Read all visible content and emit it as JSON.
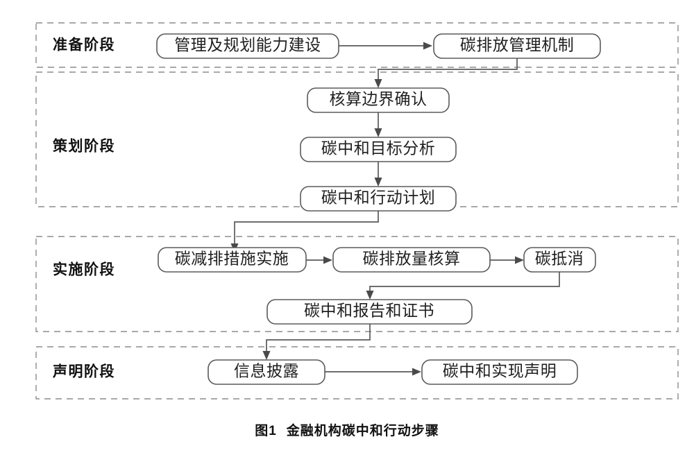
{
  "figure": {
    "caption_number": "图1",
    "caption_text": "金融机构碳中和行动步骤",
    "colors": {
      "band_stroke": "#8c8c8c",
      "node_stroke": "#5a5a5a",
      "node_fill": "#ffffff",
      "connector": "#5a5a5a",
      "text": "#1f1f1f",
      "background": "#ffffff"
    }
  },
  "stages": [
    {
      "id": "preparation",
      "label": "准备阶段",
      "nodes": [
        {
          "id": "mgmt-planning-capacity",
          "label": "管理及规划能力建设"
        },
        {
          "id": "carbon-emission-mgmt-mechanism",
          "label": "碳排放管理机制"
        }
      ]
    },
    {
      "id": "planning",
      "label": "策划阶段",
      "nodes": [
        {
          "id": "accounting-boundary-confirmation",
          "label": "核算边界确认"
        },
        {
          "id": "carbon-neutral-target-analysis",
          "label": "碳中和目标分析"
        },
        {
          "id": "carbon-neutral-action-plan",
          "label": "碳中和行动计划"
        }
      ]
    },
    {
      "id": "implementation",
      "label": "实施阶段",
      "nodes": [
        {
          "id": "carbon-reduction-measures",
          "label": "碳减排措施实施"
        },
        {
          "id": "carbon-emission-accounting",
          "label": "碳排放量核算"
        },
        {
          "id": "carbon-offset",
          "label": "碳抵消"
        },
        {
          "id": "carbon-neutral-report-certificate",
          "label": "碳中和报告和证书"
        }
      ]
    },
    {
      "id": "declaration",
      "label": "声明阶段",
      "nodes": [
        {
          "id": "information-disclosure",
          "label": "信息披露"
        },
        {
          "id": "carbon-neutral-achievement-statement",
          "label": "碳中和实现声明"
        }
      ]
    }
  ],
  "connections": [
    {
      "from": "mgmt-planning-capacity",
      "to": "carbon-emission-mgmt-mechanism",
      "kind": "horizontal-arrow"
    },
    {
      "from": "carbon-emission-mgmt-mechanism",
      "to": "accounting-boundary-confirmation",
      "kind": "elbow-down-left"
    },
    {
      "from": "accounting-boundary-confirmation",
      "to": "carbon-neutral-target-analysis",
      "kind": "vertical-arrow"
    },
    {
      "from": "carbon-neutral-target-analysis",
      "to": "carbon-neutral-action-plan",
      "kind": "vertical-arrow"
    },
    {
      "from": "carbon-neutral-action-plan",
      "to": "carbon-reduction-measures",
      "kind": "elbow-down-left"
    },
    {
      "from": "carbon-reduction-measures",
      "to": "carbon-emission-accounting",
      "kind": "horizontal-arrow"
    },
    {
      "from": "carbon-emission-accounting",
      "to": "carbon-offset",
      "kind": "horizontal-arrow"
    },
    {
      "from": "carbon-offset",
      "to": "carbon-neutral-report-certificate",
      "kind": "elbow-down-left"
    },
    {
      "from": "carbon-neutral-report-certificate",
      "to": "information-disclosure",
      "kind": "elbow-down-left"
    },
    {
      "from": "information-disclosure",
      "to": "carbon-neutral-achievement-statement",
      "kind": "horizontal-arrow"
    }
  ]
}
